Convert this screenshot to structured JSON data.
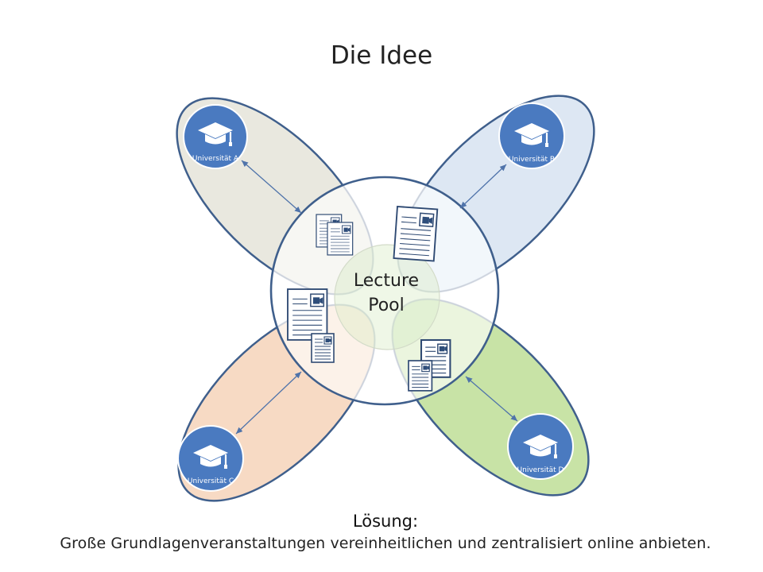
{
  "slide": {
    "title": "Die Idee",
    "caption": {
      "heading": "Lösung:",
      "text": "Große Grundlagenveranstaltungen vereinheitlichen und zentralisiert online anbieten."
    }
  },
  "diagram": {
    "center_label_line1": "Lecture",
    "center_label_line2": "Pool",
    "universities": [
      {
        "id": "A",
        "label": "Universität A",
        "color": "#e9e8df"
      },
      {
        "id": "B",
        "label": "Universität B",
        "color": "#dde7f3"
      },
      {
        "id": "C",
        "label": "Universität C",
        "color": "#f7dac4"
      },
      {
        "id": "D",
        "label": "Universität D",
        "color": "#c8e3a6"
      }
    ],
    "colors": {
      "outline": "#3f5f8c",
      "badge": "#4a7ac0",
      "arrow": "#4f73aa",
      "doc_stroke": "#2f4a73",
      "doc_fill": "#ffffff",
      "video_icon": "#2e4d7a"
    },
    "icons": [
      "graduation-cap-icon",
      "document-video-icon",
      "double-arrow-icon"
    ]
  }
}
